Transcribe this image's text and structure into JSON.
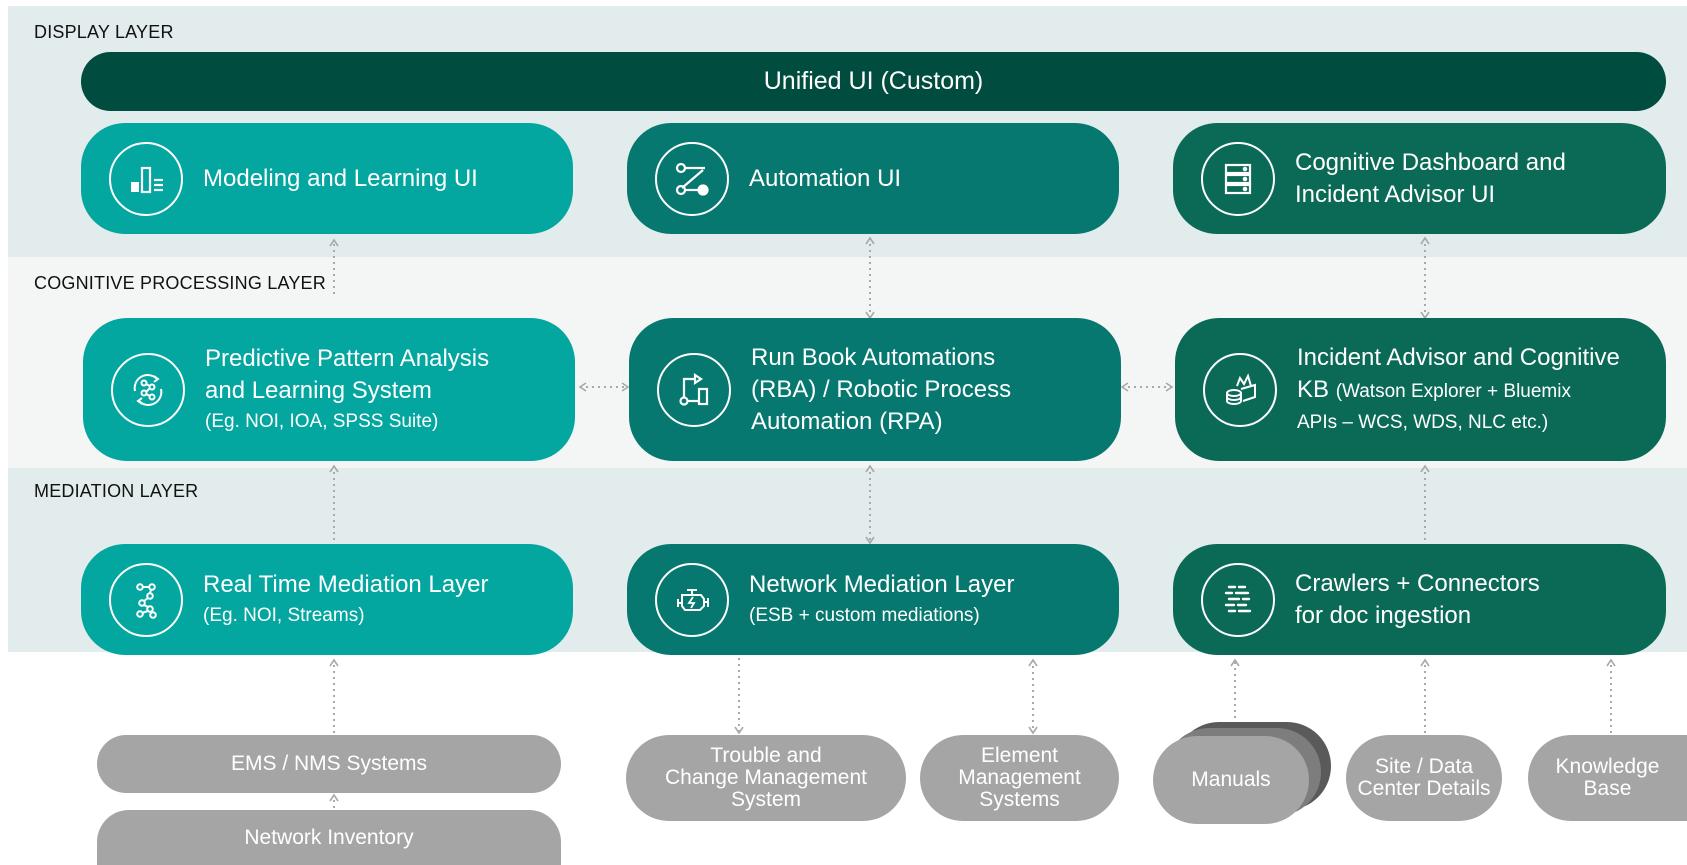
{
  "layers": {
    "display": "DISPLAY LAYER",
    "cognitive": "COGNITIVE PROCESSING LAYER",
    "mediation": "MEDIATION LAYER"
  },
  "unified_ui": "Unified UI (Custom)",
  "display_boxes": {
    "modeling": "Modeling and Learning UI",
    "automation": "Automation UI",
    "dashboard_1": "Cognitive Dashboard and",
    "dashboard_2": "Incident Advisor UI"
  },
  "cognitive_boxes": {
    "predictive_1": "Predictive Pattern Analysis",
    "predictive_2": "and Learning System",
    "predictive_sub": "(Eg. NOI, IOA, SPSS Suite)",
    "rba_1": "Run Book Automations",
    "rba_2": "(RBA) / Robotic Process",
    "rba_3": "Automation (RPA)",
    "incident_1": "Incident Advisor and Cognitive",
    "incident_2_main": "KB",
    "incident_2_sub": "(Watson Explorer + Bluemix",
    "incident_3": "APIs – WCS, WDS, NLC etc.)"
  },
  "mediation_boxes": {
    "realtime": "Real Time Mediation Layer",
    "realtime_sub": "(Eg. NOI, Streams)",
    "network": "Network Mediation Layer",
    "network_sub": "(ESB + custom mediations)",
    "crawlers_1": "Crawlers + Connectors",
    "crawlers_2": "for doc ingestion"
  },
  "sources": {
    "ems": "EMS / NMS Systems",
    "inventory": "Network Inventory",
    "trouble_1": "Trouble and",
    "trouble_2": "Change Management",
    "trouble_3": "System",
    "element_1": "Element",
    "element_2": "Management",
    "element_3": "Systems",
    "manuals": "Manuals",
    "site_1": "Site / Data",
    "site_2": "Center Details",
    "kb_1": "Knowledge",
    "kb_2": "Base"
  },
  "colors": {
    "band": "#e2ecec",
    "band_mid": "#f4f6f6",
    "unified": "#004d3f",
    "box_light": "#04a6a0",
    "box_mid": "#06786f",
    "box_dark": "#0b6a56",
    "source": "#a5a5a5",
    "connector": "#a9a9a9"
  },
  "icons": [
    "bar-chart-icon",
    "workflow-icon",
    "server-stack-icon",
    "cycle-network-icon",
    "process-flow-icon",
    "database-book-icon",
    "node-chain-icon",
    "engine-icon",
    "data-list-icon"
  ]
}
